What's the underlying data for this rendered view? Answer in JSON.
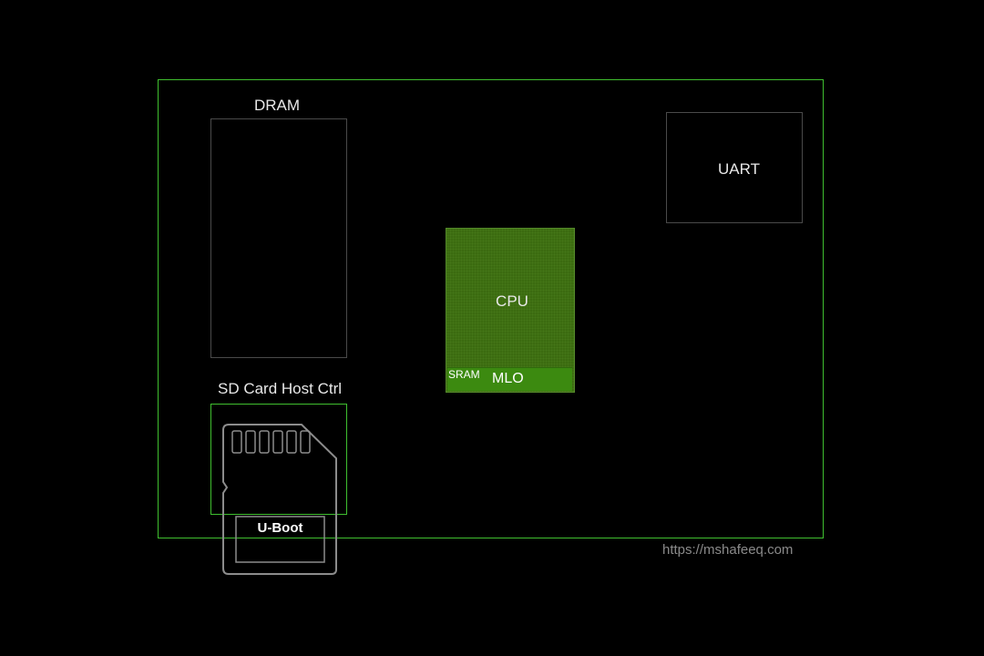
{
  "labels": {
    "dram": "DRAM",
    "uart": "UART",
    "cpu": "CPU",
    "sram": "SRAM",
    "mlo": "MLO",
    "sd_host": "SD Card Host Ctrl",
    "uboot": "U-Boot"
  },
  "watermark": "https://mshafeeq.com",
  "colors": {
    "background": "#000000",
    "board_border": "#3fbf2f",
    "component_border": "#4a4a4a",
    "cpu_fill": "#3b6b10",
    "sram_fill": "#3c8a10",
    "sd_card_outline": "#8c8c8c"
  }
}
